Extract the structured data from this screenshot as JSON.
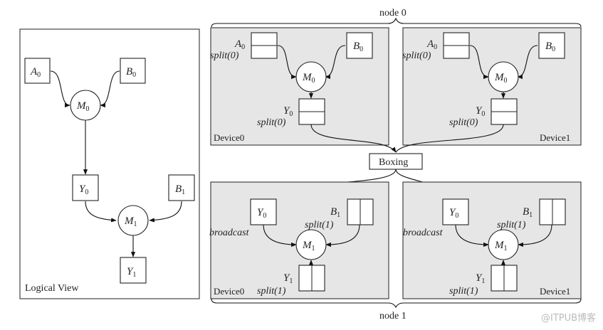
{
  "logical_view": {
    "label": "Logical View",
    "nodes": {
      "a0": {
        "base": "A",
        "sub": "0"
      },
      "b0": {
        "base": "B",
        "sub": "0"
      },
      "m0": {
        "base": "M",
        "sub": "0"
      },
      "y0": {
        "base": "Y",
        "sub": "0"
      },
      "b1": {
        "base": "B",
        "sub": "1"
      },
      "m1": {
        "base": "M",
        "sub": "1"
      },
      "y1": {
        "base": "Y",
        "sub": "1"
      }
    }
  },
  "node0": {
    "label": "node 0",
    "devices": [
      {
        "label": "Device0",
        "a0": {
          "base": "A",
          "sub": "0",
          "sig": "split(0)",
          "filled_half": "top"
        },
        "b0": {
          "base": "B",
          "sub": "0"
        },
        "m0": {
          "base": "M",
          "sub": "0"
        },
        "y0": {
          "base": "Y",
          "sub": "0",
          "sig": "split(0)",
          "filled_half": "top"
        }
      },
      {
        "label": "Device1",
        "a0": {
          "base": "A",
          "sub": "0",
          "sig": "split(0)",
          "filled_half": "bottom"
        },
        "b0": {
          "base": "B",
          "sub": "0"
        },
        "m0": {
          "base": "M",
          "sub": "0"
        },
        "y0": {
          "base": "Y",
          "sub": "0",
          "sig": "split(0)",
          "filled_half": "bottom"
        }
      }
    ]
  },
  "boxing": {
    "label": "Boxing"
  },
  "node1": {
    "label": "node 1",
    "devices": [
      {
        "label": "Device0",
        "y0": {
          "base": "Y",
          "sub": "0",
          "sig": "broadcast"
        },
        "b1": {
          "base": "B",
          "sub": "1",
          "sig": "split(1)",
          "filled_half": "left"
        },
        "m1": {
          "base": "M",
          "sub": "1"
        },
        "y1": {
          "base": "Y",
          "sub": "1",
          "sig": "split(1)",
          "filled_half": "left"
        }
      },
      {
        "label": "Device1",
        "y0": {
          "base": "Y",
          "sub": "0",
          "sig": "broadcast"
        },
        "b1": {
          "base": "B",
          "sub": "1",
          "sig": "split(1)",
          "filled_half": "right"
        },
        "m1": {
          "base": "M",
          "sub": "1"
        },
        "y1": {
          "base": "Y",
          "sub": "1",
          "sig": "split(1)",
          "filled_half": "right"
        }
      }
    ]
  },
  "watermark": "@ITPUB博客",
  "colors": {
    "split_fill": "#b3d7ff",
    "device_bg": "#e6e6e6"
  }
}
